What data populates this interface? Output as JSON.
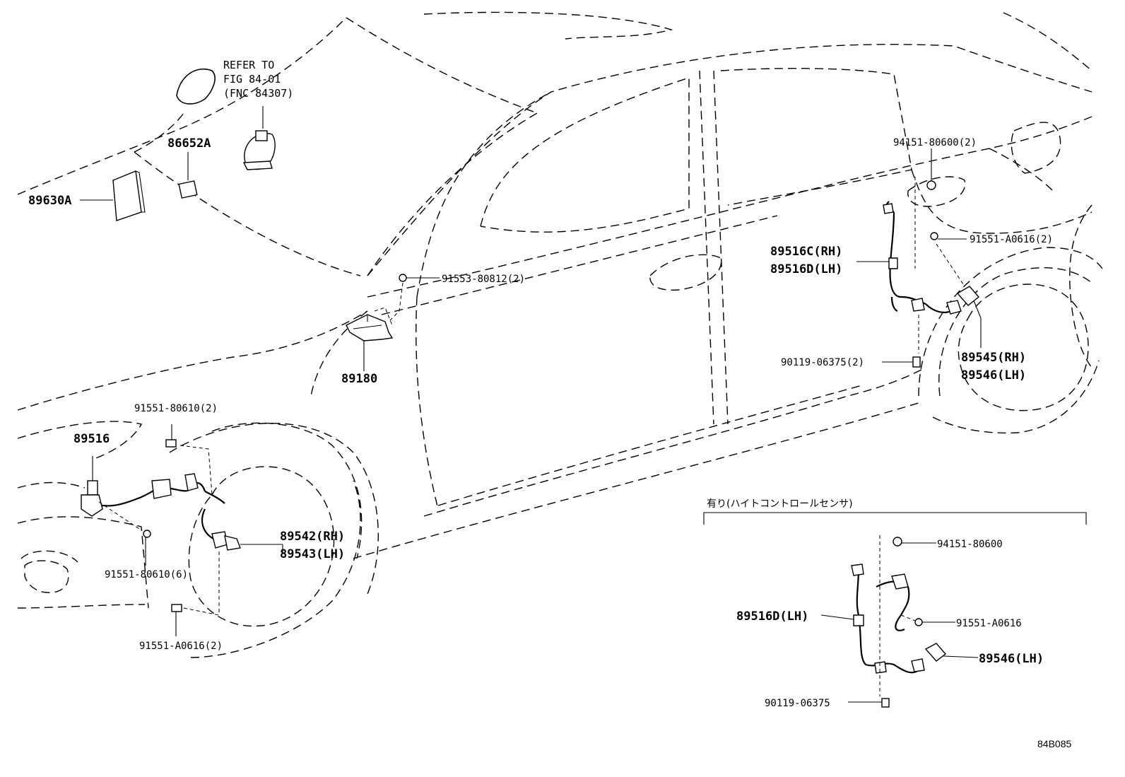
{
  "reference": {
    "line1": "REFER TO",
    "line2": "FIG 84-01",
    "line3": "(FNC 84307)"
  },
  "labels": {
    "p86652a": "86652A",
    "p89630a": "89630A",
    "p91553": "91553-80812(2)",
    "p89180": "89180",
    "p94151_2": "94151-80600(2)",
    "p89516c": "89516C(RH)",
    "p89516d": "89516D(LH)",
    "p91551_a0616_2_rear": "91551-A0616(2)",
    "p89545": "89545(RH)",
    "p89546": "89546(LH)",
    "p90119_2": "90119-06375(2)",
    "p91551_80610_2": "91551-80610(2)",
    "p89516": "89516",
    "p89542": "89542(RH)",
    "p89543": "89543(LH)",
    "p91551_80610_6": "91551-80610(6)",
    "p91551_a0616_2_front": "91551-A0616(2)"
  },
  "inset": {
    "heading": "有り(ハイトコントロールセンサ)",
    "p94151": "94151-80600",
    "p89516d": "89516D(LH)",
    "p91551": "91551-A0616",
    "p89546": "89546(LH)",
    "p90119": "90119-06375"
  },
  "figure_code": "84B085"
}
